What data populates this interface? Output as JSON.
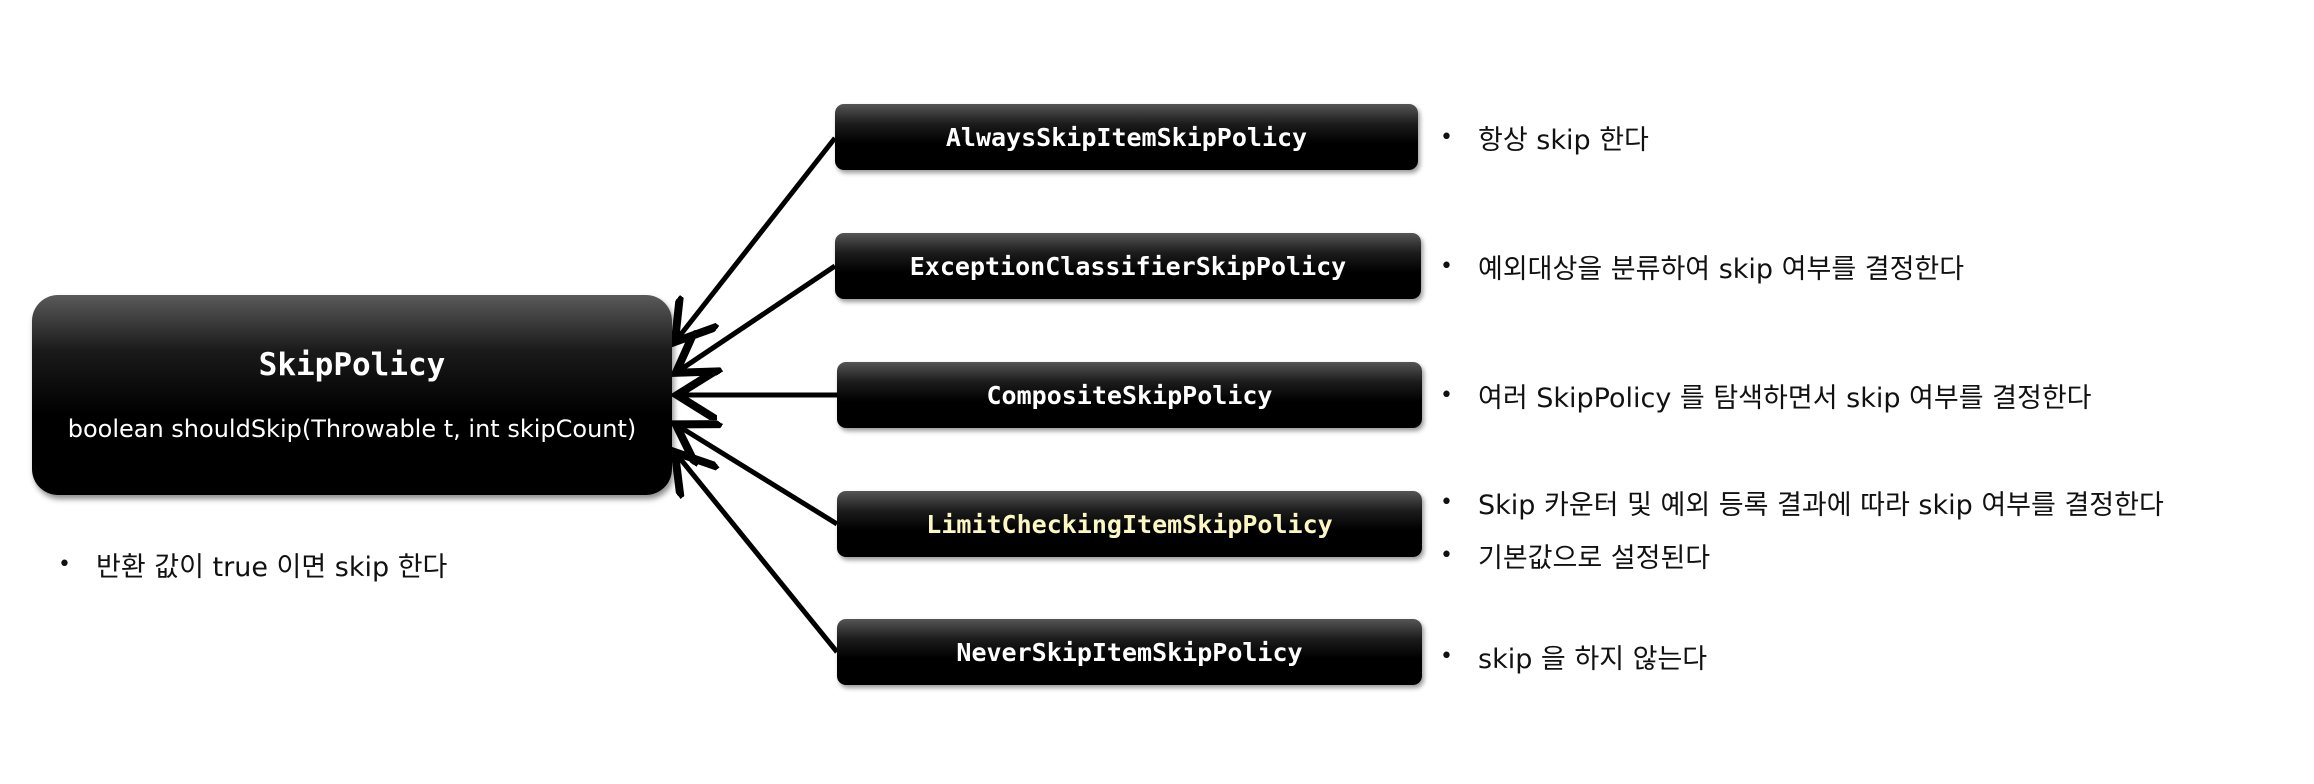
{
  "main": {
    "title": "SkipPolicy",
    "signature": "boolean shouldSkip(Throwable t, int skipCount)",
    "note": "반환 값이 true 이면 skip 한다"
  },
  "policies": [
    {
      "name": "AlwaysSkipItemSkipPolicy",
      "descriptions": [
        "항상 skip 한다"
      ]
    },
    {
      "name": "ExceptionClassifierSkipPolicy",
      "descriptions": [
        "예외대상을 분류하여 skip 여부를 결정한다"
      ]
    },
    {
      "name": "CompositeSkipPolicy",
      "descriptions": [
        "여러 SkipPolicy 를 탐색하면서 skip 여부를 결정한다"
      ]
    },
    {
      "name": "LimitCheckingItemSkipPolicy",
      "highlight": true,
      "highlight_color": "#fbf7c2",
      "descriptions": [
        "Skip 카운터 및 예외 등록 결과에 따라 skip 여부를 결정한다",
        "기본값으로 설정된다"
      ]
    },
    {
      "name": "NeverSkipItemSkipPolicy",
      "descriptions": [
        "skip 을 하지 않는다"
      ]
    }
  ],
  "bullet_symbol": "•"
}
